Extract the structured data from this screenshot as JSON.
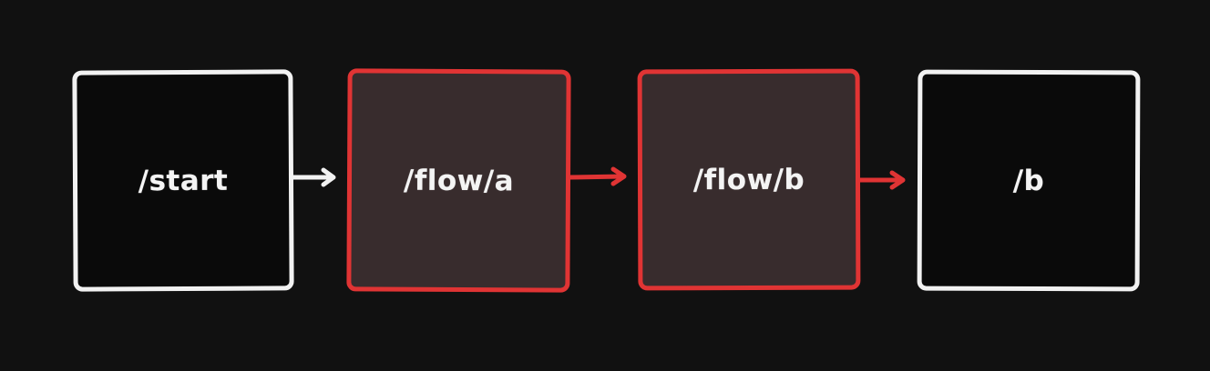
{
  "diagram": {
    "nodes": [
      {
        "label": "/start",
        "highlighted": false
      },
      {
        "label": "/flow/a",
        "highlighted": true
      },
      {
        "label": "/flow/b",
        "highlighted": true
      },
      {
        "label": "/b",
        "highlighted": false
      }
    ],
    "edges": [
      {
        "from": "/start",
        "to": "/flow/a",
        "color": "#f2f2f2"
      },
      {
        "from": "/flow/a",
        "to": "/flow/b",
        "color": "#e03434"
      },
      {
        "from": "/flow/b",
        "to": "/b",
        "color": "#e03434"
      }
    ],
    "colors": {
      "background": "#111111",
      "plain_border": "#f2f2f2",
      "highlight_border": "#e03434",
      "highlight_fill": "#382c2d"
    }
  }
}
